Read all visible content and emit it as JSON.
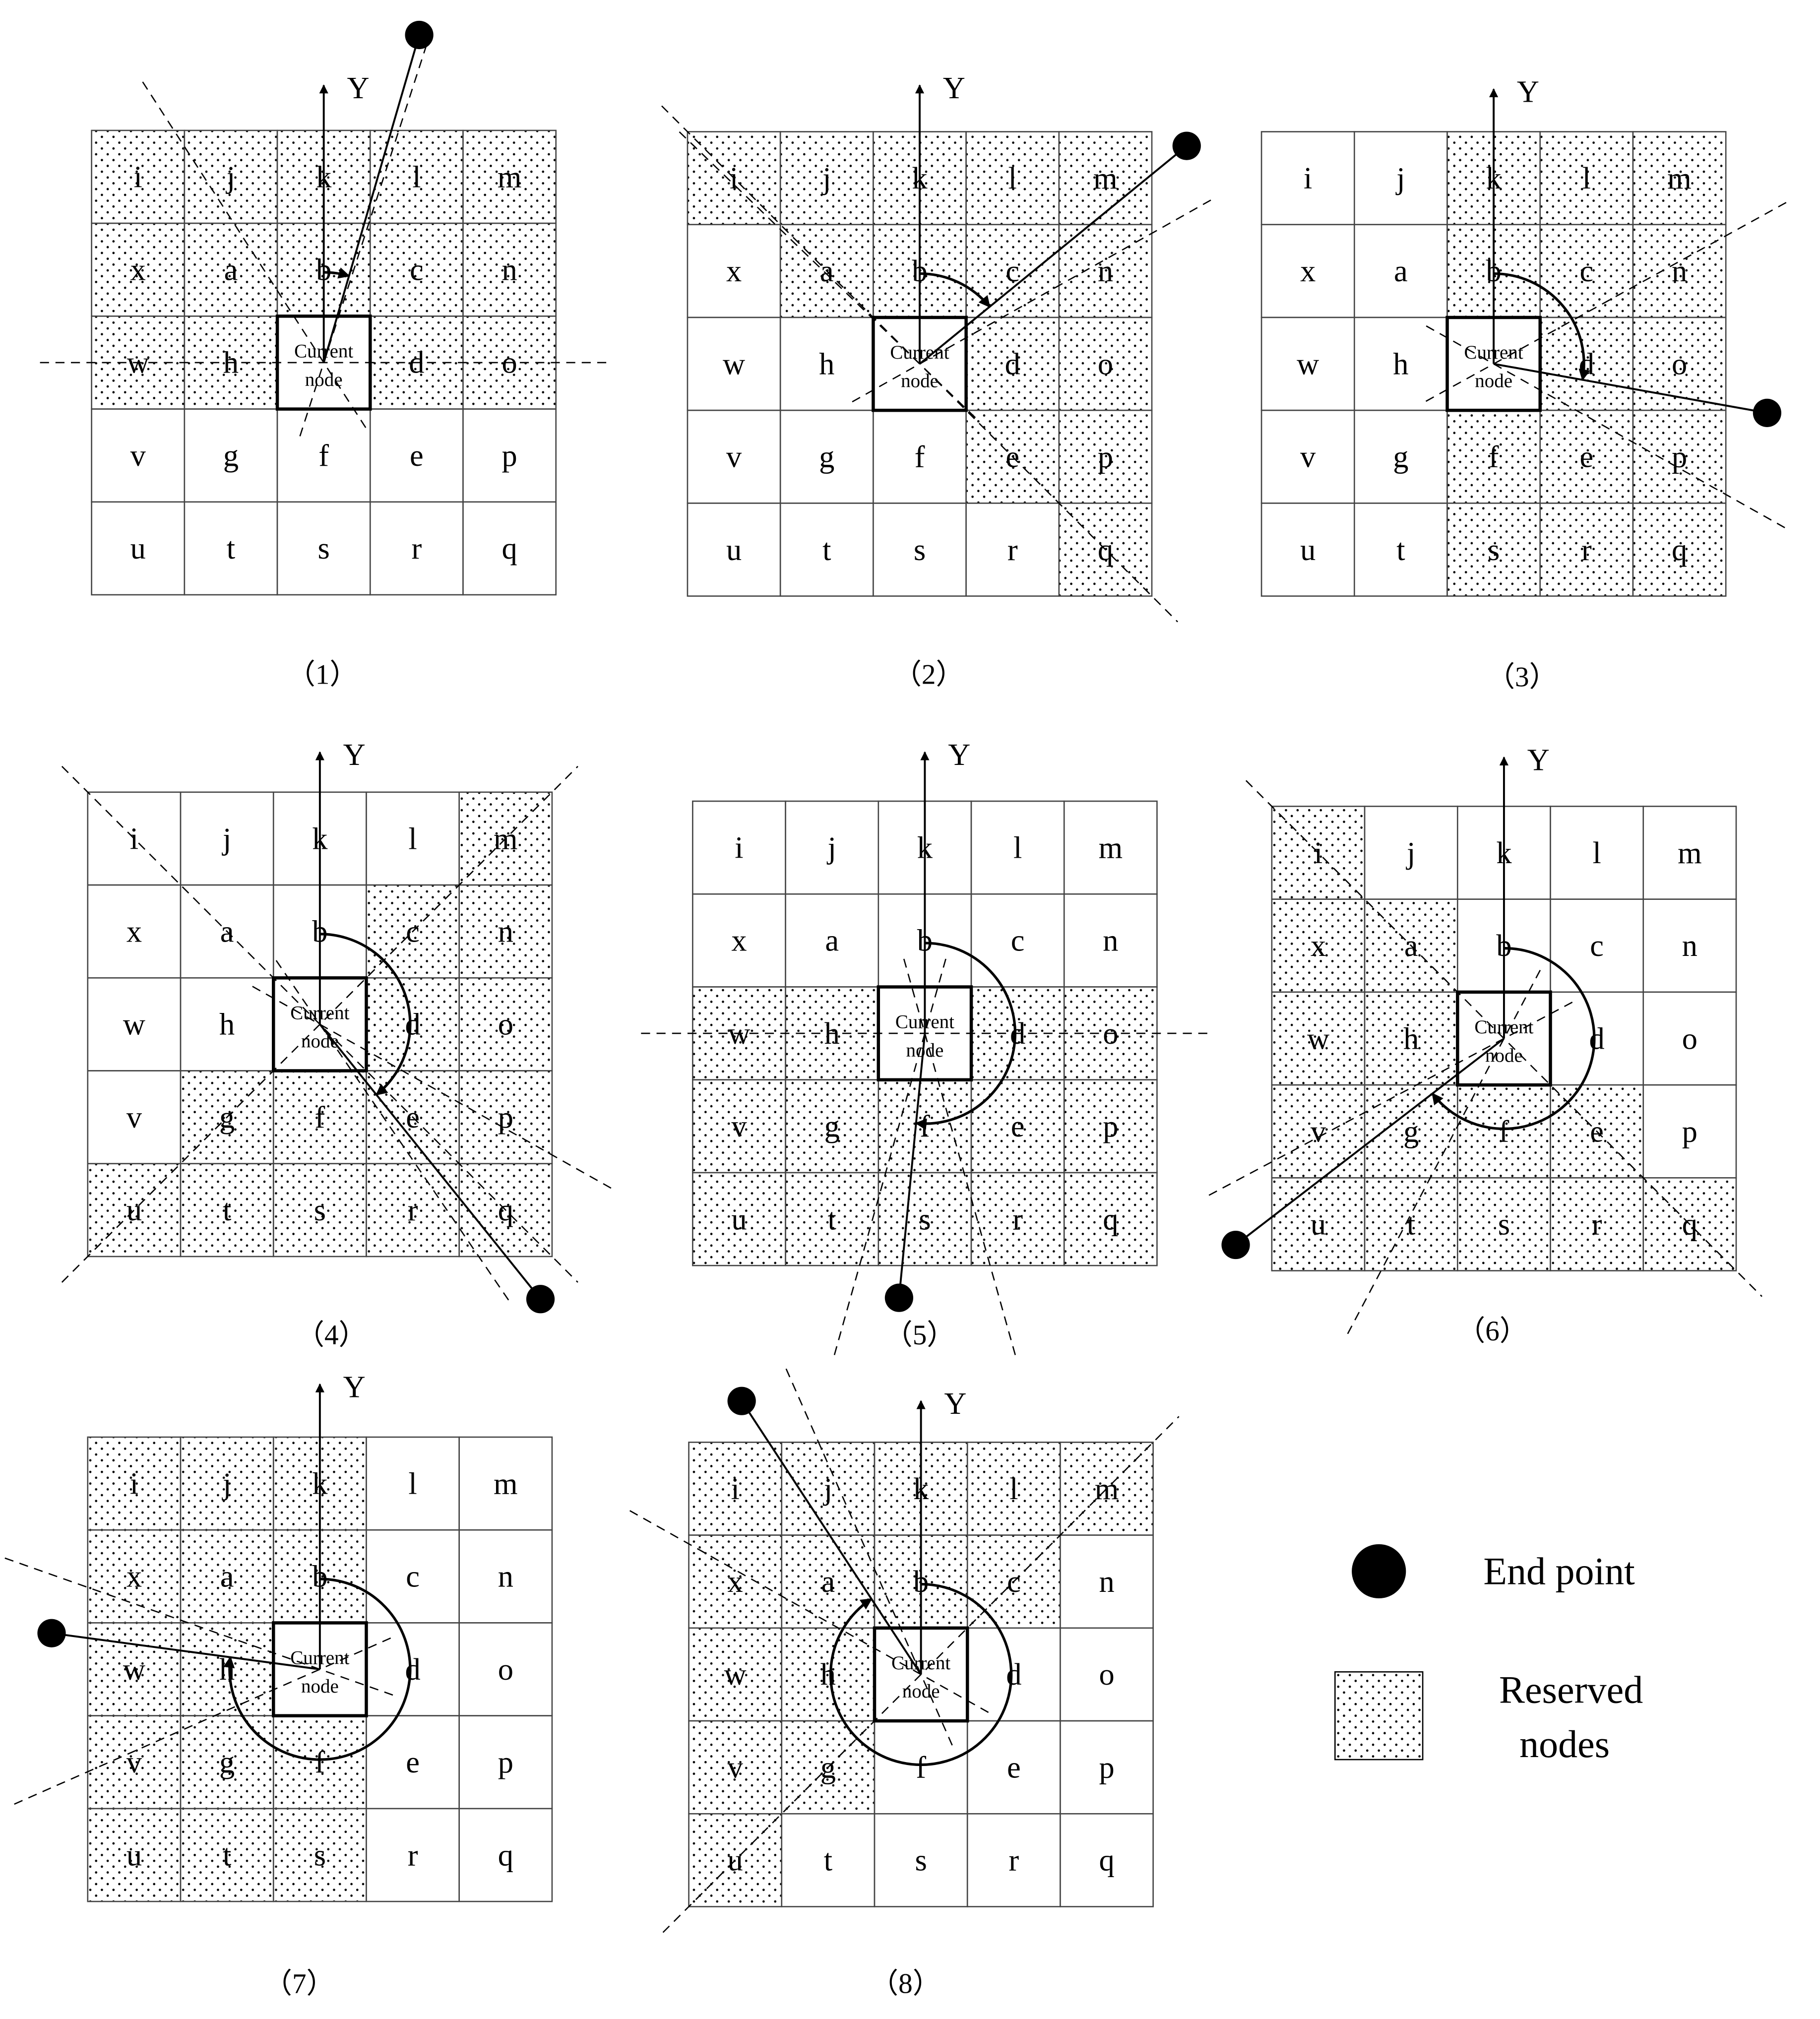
{
  "grid_letters": [
    [
      "i",
      "j",
      "k",
      "l",
      "m"
    ],
    [
      "x",
      "a",
      "b",
      "c",
      "n"
    ],
    [
      "w",
      "h",
      "",
      "d",
      "o"
    ],
    [
      "v",
      "g",
      "f",
      "e",
      "p"
    ],
    [
      "u",
      "t",
      "s",
      "r",
      "q"
    ]
  ],
  "axis_label": "Y",
  "current_node": {
    "line1": "Current",
    "line2": "node"
  },
  "panels": [
    {
      "caption": "（1）",
      "reserved": [
        "i",
        "j",
        "k",
        "l",
        "m",
        "x",
        "a",
        "b",
        "c",
        "n",
        "w",
        "h",
        "d",
        "o"
      ]
    },
    {
      "caption": "（2）",
      "reserved": [
        "i",
        "j",
        "k",
        "l",
        "m",
        "a",
        "b",
        "c",
        "n",
        "d",
        "o",
        "e",
        "p",
        "q"
      ]
    },
    {
      "caption": "（3）",
      "reserved": [
        "k",
        "l",
        "m",
        "b",
        "c",
        "n",
        "d",
        "o",
        "f",
        "e",
        "p",
        "s",
        "r",
        "q"
      ]
    },
    {
      "caption": "（4）",
      "reserved": [
        "m",
        "c",
        "n",
        "d",
        "o",
        "g",
        "f",
        "e",
        "p",
        "u",
        "t",
        "s",
        "r",
        "q"
      ]
    },
    {
      "caption": "（5）",
      "reserved": [
        "w",
        "h",
        "d",
        "o",
        "v",
        "g",
        "f",
        "e",
        "p",
        "u",
        "t",
        "s",
        "r",
        "q"
      ]
    },
    {
      "caption": "（6）",
      "reserved": [
        "i",
        "x",
        "a",
        "w",
        "h",
        "v",
        "g",
        "f",
        "e",
        "u",
        "t",
        "s",
        "r",
        "q"
      ]
    },
    {
      "caption": "（7）",
      "reserved": [
        "i",
        "j",
        "k",
        "x",
        "a",
        "b",
        "w",
        "h",
        "v",
        "g",
        "f",
        "u",
        "t",
        "s"
      ]
    },
    {
      "caption": "（8）",
      "reserved": [
        "i",
        "j",
        "k",
        "l",
        "m",
        "x",
        "a",
        "b",
        "c",
        "w",
        "h",
        "v",
        "g",
        "u"
      ]
    }
  ],
  "legend": {
    "end_point": "End point",
    "reserved_line1": "Reserved",
    "reserved_line2": "nodes"
  },
  "colors": {
    "ink": "#000000",
    "cell_border": "#444444",
    "background": "#ffffff"
  }
}
